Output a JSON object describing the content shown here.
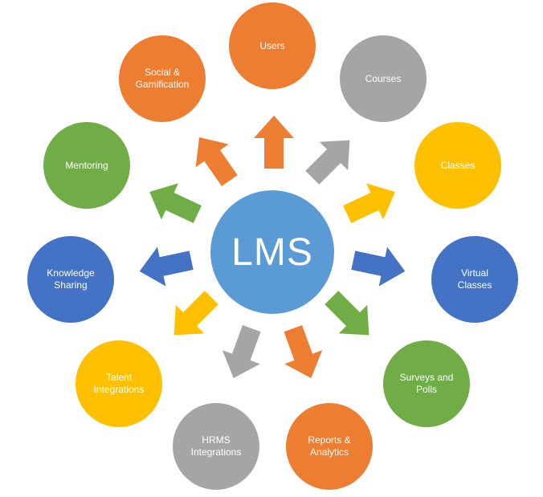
{
  "center": {
    "label": "LMS",
    "color": "#5b9bd5"
  },
  "nodes": [
    {
      "id": "users",
      "label": "Users",
      "color": "#ed7d31",
      "arrow_color": "#ed7d31"
    },
    {
      "id": "courses",
      "label": "Courses",
      "color": "#a5a5a5",
      "arrow_color": "#a5a5a5"
    },
    {
      "id": "classes",
      "label": "Classes",
      "color": "#ffc000",
      "arrow_color": "#ffc000"
    },
    {
      "id": "virtual-classes",
      "label": "Virtual\nClasses",
      "color": "#4472c4",
      "arrow_color": "#4472c4"
    },
    {
      "id": "surveys-and-polls",
      "label": "Surveys and\nPolls",
      "color": "#70ad47",
      "arrow_color": "#70ad47"
    },
    {
      "id": "reports-and-analytics",
      "label": "Reports &\nAnalytics",
      "color": "#ed7d31",
      "arrow_color": "#ed7d31"
    },
    {
      "id": "hrms-integrations",
      "label": "HRMS\nIntegrations",
      "color": "#a5a5a5",
      "arrow_color": "#a5a5a5"
    },
    {
      "id": "talent-integrations",
      "label": "Talent\nIntegrations",
      "color": "#ffc000",
      "arrow_color": "#ffc000"
    },
    {
      "id": "knowledge-sharing",
      "label": "Knowledge\nSharing",
      "color": "#4472c4",
      "arrow_color": "#4472c4"
    },
    {
      "id": "mentoring",
      "label": "Mentoring",
      "color": "#70ad47",
      "arrow_color": "#70ad47"
    },
    {
      "id": "social-and-gamification",
      "label": "Social &\nGamification",
      "color": "#ed7d31",
      "arrow_color": "#ed7d31"
    }
  ]
}
